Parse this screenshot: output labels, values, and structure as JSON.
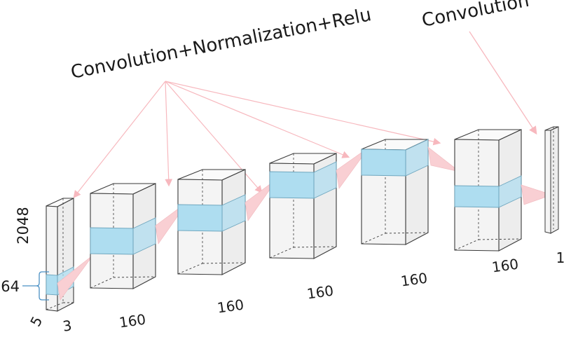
{
  "diagram": {
    "title_left": "Convolution+Normalization+Relu",
    "title_right": "Convolution",
    "colors": {
      "band": "#AEDDF0",
      "band_stroke": "#6FA7BF",
      "arrow": "#F9C9CE",
      "arrow_line": "#F7B8BE",
      "block_face": "#F4F4F4",
      "block_top": "#FAFAFA",
      "block_side": "#EDEDED",
      "edge": "#3A3A3A",
      "brace": "#4A90C4",
      "text": "#1a1a1a"
    },
    "axis_labels": {
      "height": "2048",
      "channels": "64",
      "depth": "5"
    },
    "layers": [
      {
        "name": "input-block",
        "width_label": "3"
      },
      {
        "name": "conv-block-1",
        "width_label": "160"
      },
      {
        "name": "conv-block-2",
        "width_label": "160"
      },
      {
        "name": "conv-block-3",
        "width_label": "160"
      },
      {
        "name": "conv-block-4",
        "width_label": "160"
      },
      {
        "name": "conv-block-5",
        "width_label": "160"
      },
      {
        "name": "output-plate",
        "width_label": "1"
      }
    ]
  }
}
